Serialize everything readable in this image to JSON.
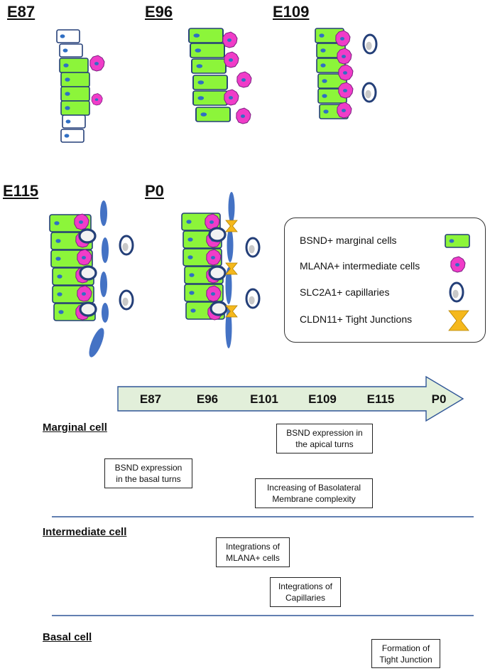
{
  "stages": {
    "e87": "E87",
    "e96": "E96",
    "e109": "E109",
    "e115": "E115",
    "p0": "P0"
  },
  "legend": {
    "marginal": "BSND+ marginal cells",
    "intermediate": "MLANA+ intermediate cells",
    "capillaries": "SLC2A1+ capillaries",
    "junctions": "CLDN11+ Tight Junctions"
  },
  "timeline": {
    "labels": [
      "E87",
      "E96",
      "E101",
      "E109",
      "E115",
      "P0"
    ],
    "fill_color": "#e2efda"
  },
  "rows": {
    "marginal": "Marginal cell",
    "intermediate": "Intermediate cell",
    "basal": "Basal cell"
  },
  "events": {
    "bsnd_apical": [
      "BSND expression in",
      "the apical turns"
    ],
    "bsnd_basal": [
      "BSND expression",
      "in the basal turns"
    ],
    "basolateral": [
      "Increasing of Basolateral",
      "Membrane complexity"
    ],
    "mlana_integration": [
      "Integrations of",
      "MLANA+ cells"
    ],
    "capillary_integration": [
      "Integrations of",
      "Capillaries"
    ],
    "tight_junction": [
      "Formation of",
      "Tight Junction"
    ]
  },
  "colors": {
    "marginal_cell": "#8cf53a",
    "intermediate_cell": "#f03cc8",
    "nucleus": "#2f6fc4",
    "outline": "#243f78",
    "capillary": "#243f78",
    "fibrocyte": "#4472c4",
    "junction": "#f5b81c",
    "divider": "#2f5597"
  }
}
